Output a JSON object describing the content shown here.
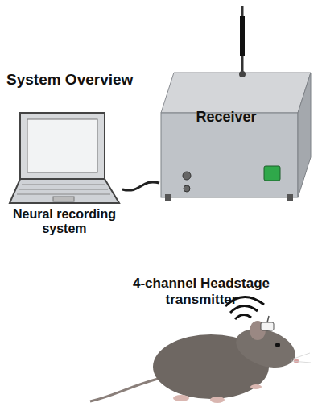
{
  "diagram": {
    "title": "System Overview",
    "nodes": [
      {
        "text": [
          "Receiver"
        ]
      },
      {
        "text": [
          "Neural recording system"
        ]
      },
      {
        "text": [
          "4-channel Headstage transmitter"
        ]
      }
    ],
    "edges": [
      {
        "from": 1,
        "to": 0,
        "arrow": "none"
      }
    ]
  }
}
